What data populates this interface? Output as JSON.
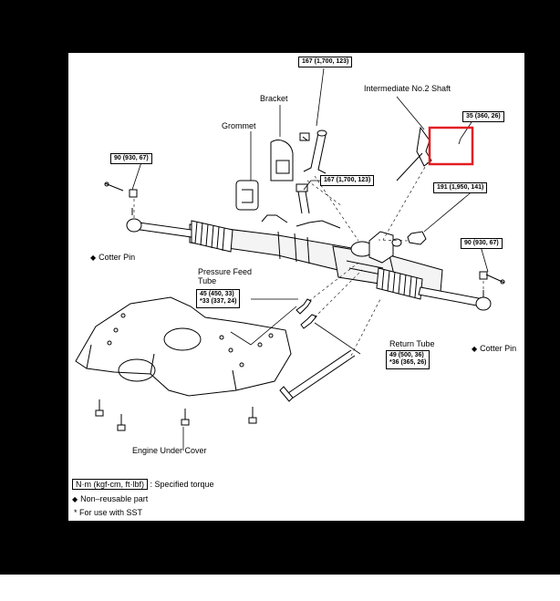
{
  "labels": {
    "bracket": "Bracket",
    "grommet": "Grommet",
    "intermediate_shaft": "Intermediate No.2 Shaft",
    "cotter_pin_left": "Cotter Pin",
    "cotter_pin_right": "Cotter Pin",
    "pressure_feed_tube_line1": "Pressure Feed",
    "pressure_feed_tube_line2": "Tube",
    "return_tube": "Return Tube",
    "engine_under_cover": "Engine Under Cover"
  },
  "torque": {
    "top_bolt": "167 (1,700, 123)",
    "mid_bolt": "167 (1,700, 123)",
    "tie_rod_left": "90 (930, 67)",
    "intermediate_shaft_bolt": "35 (360, 26)",
    "mount_nut_right": "191 (1,950, 141)",
    "tie_rod_right": "90 (930, 67)",
    "pressure_feed_a": "45 (450, 33)",
    "pressure_feed_b": "*33 (337, 24)",
    "return_tube_a": "49 (500, 36)",
    "return_tube_b": "*36 (365, 26)"
  },
  "legend": {
    "unit": "N·m (kgf-cm, ft·lbf)",
    "unit_desc": ": Specified torque",
    "non_reusable": "Non–reusable part",
    "sst_note": "* For use with SST"
  },
  "colors": {
    "highlight": "#e31e24",
    "line": "#000000",
    "background": "#000000"
  }
}
